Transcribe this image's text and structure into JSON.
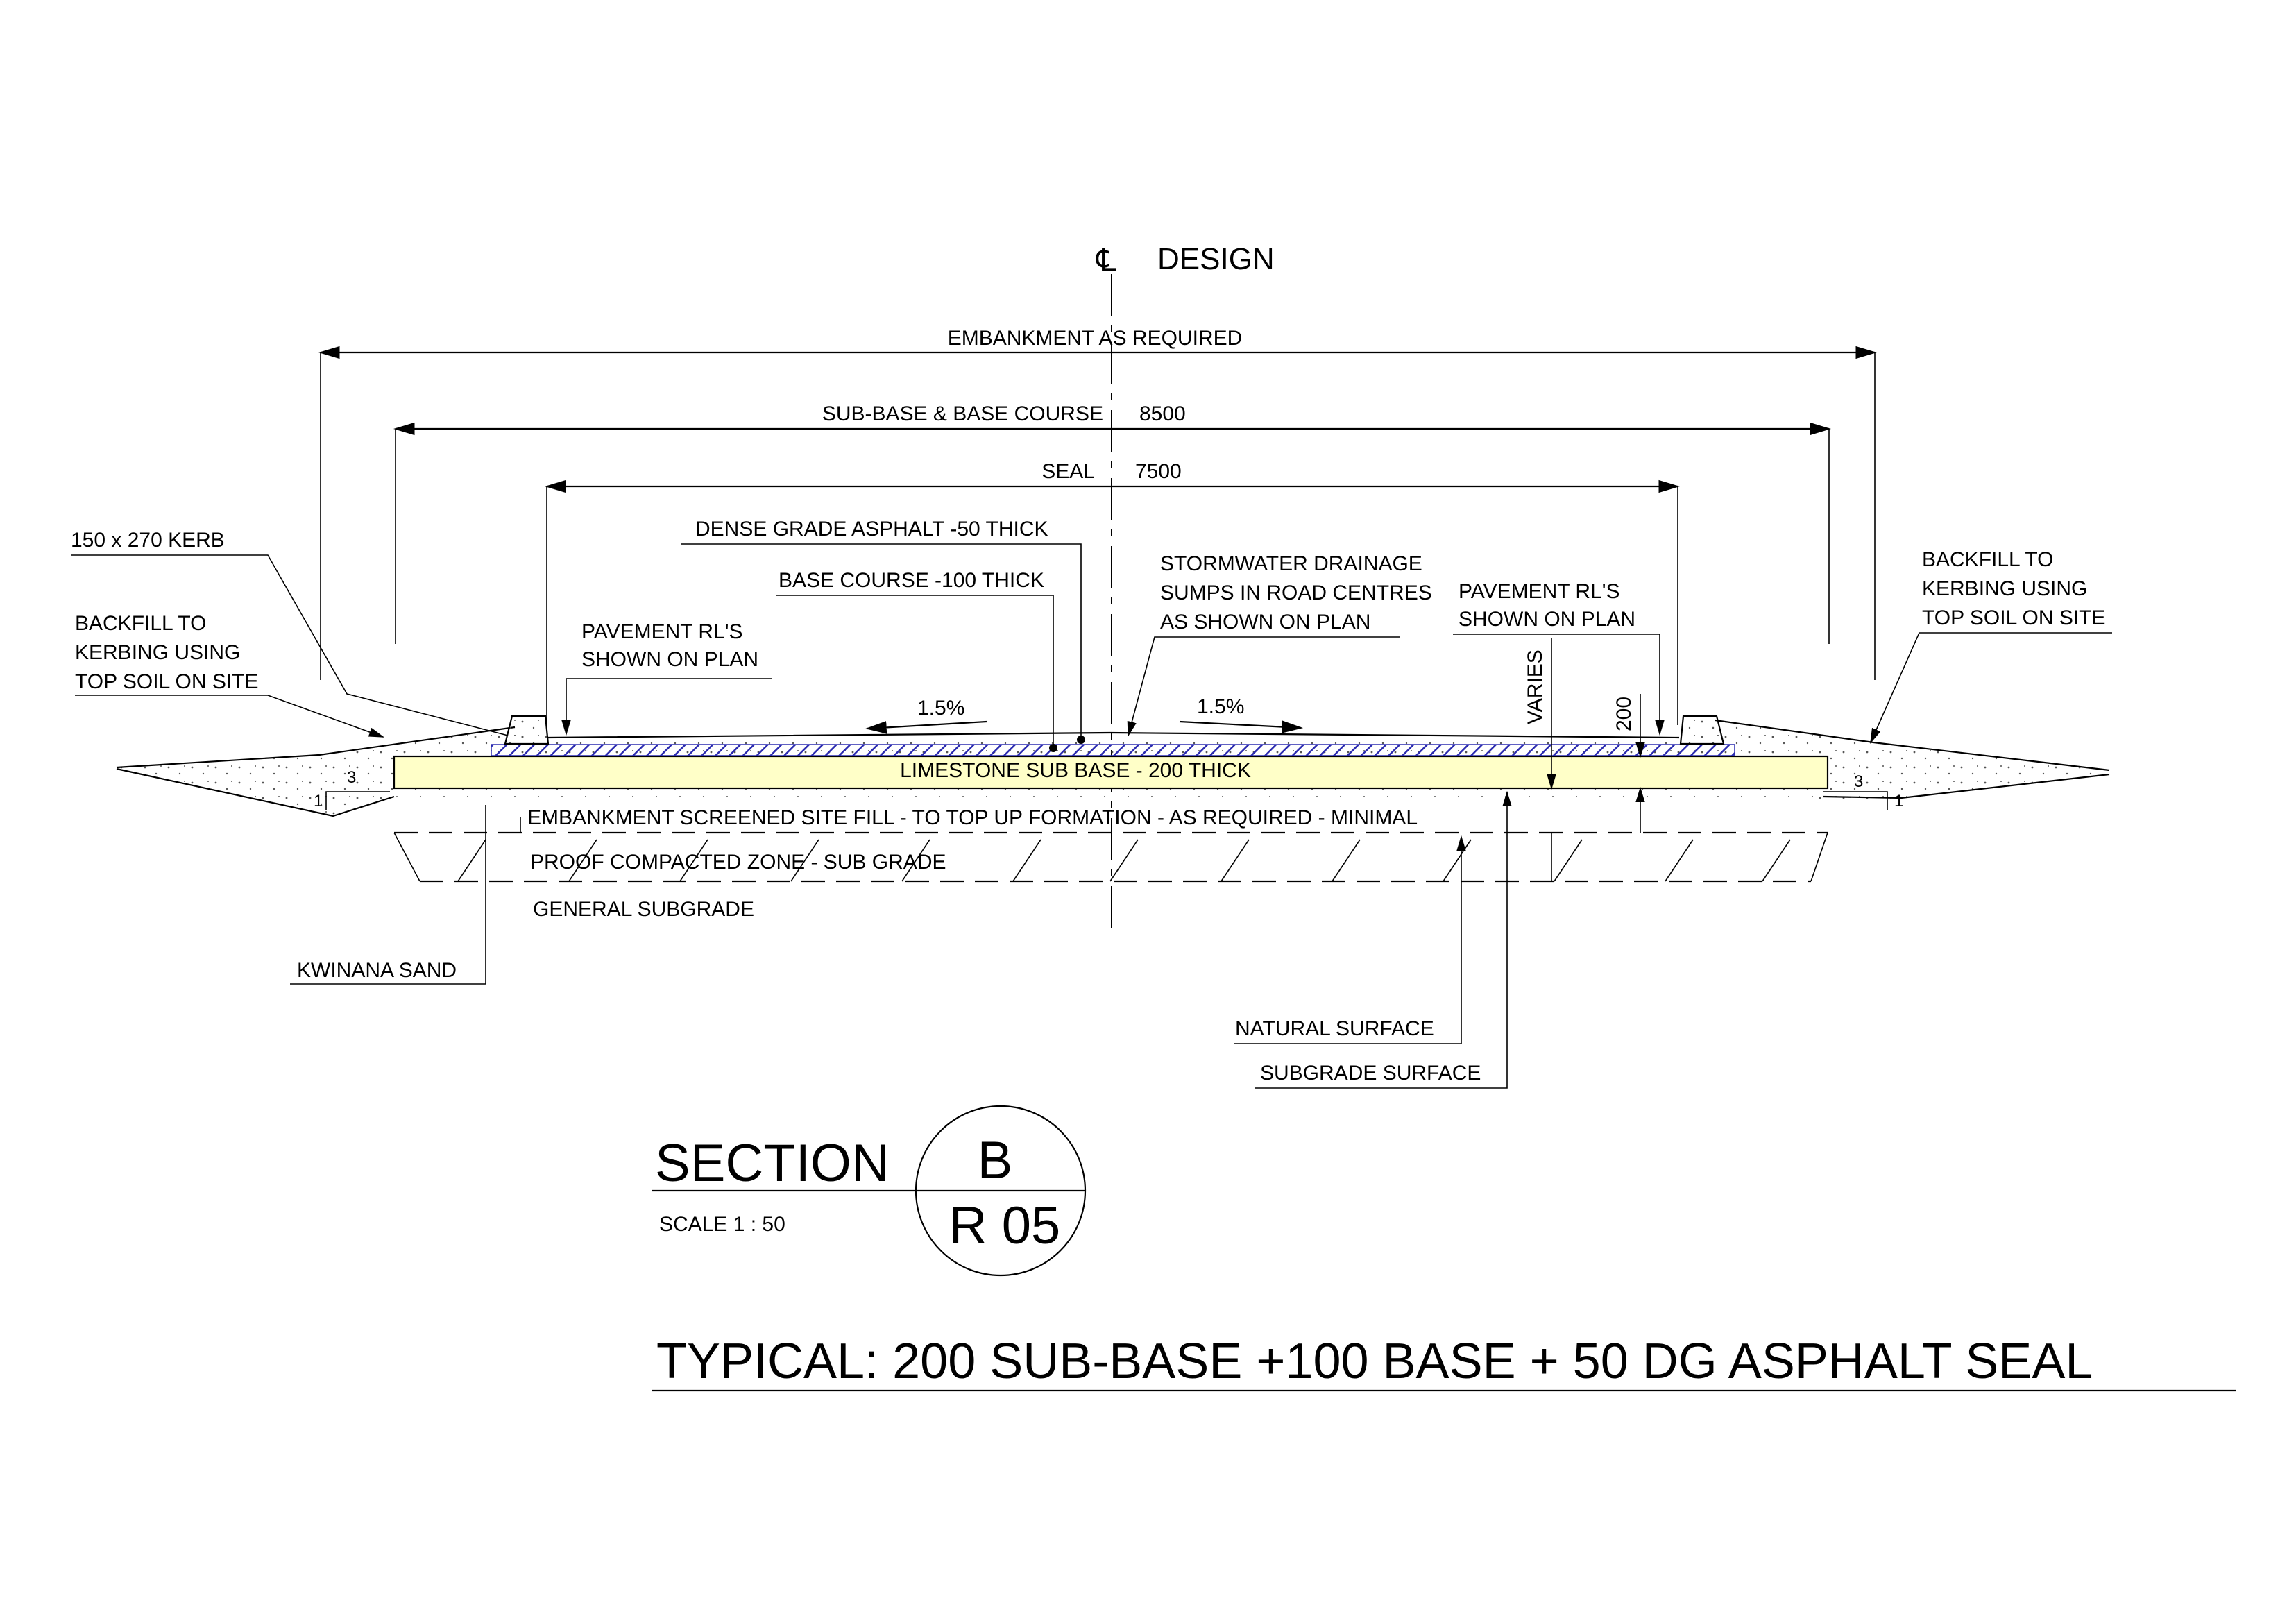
{
  "centreline": {
    "symbol": "℄",
    "label": "DESIGN"
  },
  "dimensions": {
    "embankment": "EMBANKMENT AS REQUIRED",
    "subbase_label": "SUB-BASE & BASE COURSE",
    "subbase_value": "8500",
    "seal_label": "SEAL",
    "seal_value": "7500"
  },
  "callouts": {
    "kerb": "150 x 270 KERB",
    "backfill_left": [
      "BACKFILL TO",
      "KERBING USING",
      "TOP SOIL ON SITE"
    ],
    "backfill_right": [
      "BACKFILL TO",
      "KERBING USING",
      "TOP SOIL ON SITE"
    ],
    "pavement_left": [
      "PAVEMENT RL'S",
      "SHOWN ON PLAN"
    ],
    "pavement_right": [
      "PAVEMENT RL'S",
      "SHOWN ON PLAN"
    ],
    "asphalt": "DENSE GRADE ASPHALT -50 THICK",
    "base_course": "BASE COURSE -100 THICK",
    "stormwater": [
      "STORMWATER DRAINAGE",
      "SUMPS IN ROAD CENTRES",
      "AS SHOWN ON PLAN"
    ],
    "varies": "VARIES",
    "thick_200": "200",
    "crossfall_left": "1.5%",
    "crossfall_right": "1.5%",
    "batter_h": "3",
    "batter_v": "1",
    "limestone": "LIMESTONE SUB BASE - 200 THICK",
    "embankment_fill": "EMBANKMENT  SCREENED SITE FILL - TO TOP UP FORMATION - AS REQUIRED - MINIMAL",
    "proof_compacted": "PROOF COMPACTED ZONE -  SUB GRADE",
    "general_subgrade": "GENERAL  SUBGRADE",
    "kwinana": "KWINANA SAND",
    "natural_surface": "NATURAL SURFACE",
    "subgrade_surface": "SUBGRADE  SURFACE"
  },
  "section": {
    "title": "SECTION",
    "letter": "B",
    "sheet": "R 05",
    "scale": "SCALE 1 :   50"
  },
  "typical_title": "TYPICAL:   200 SUB-BASE +100 BASE + 50 DG ASPHALT SEAL",
  "colors": {
    "limestone_fill": "#ffffc8",
    "asphalt_hatch": "#2b2bb0",
    "line": "#000000"
  }
}
